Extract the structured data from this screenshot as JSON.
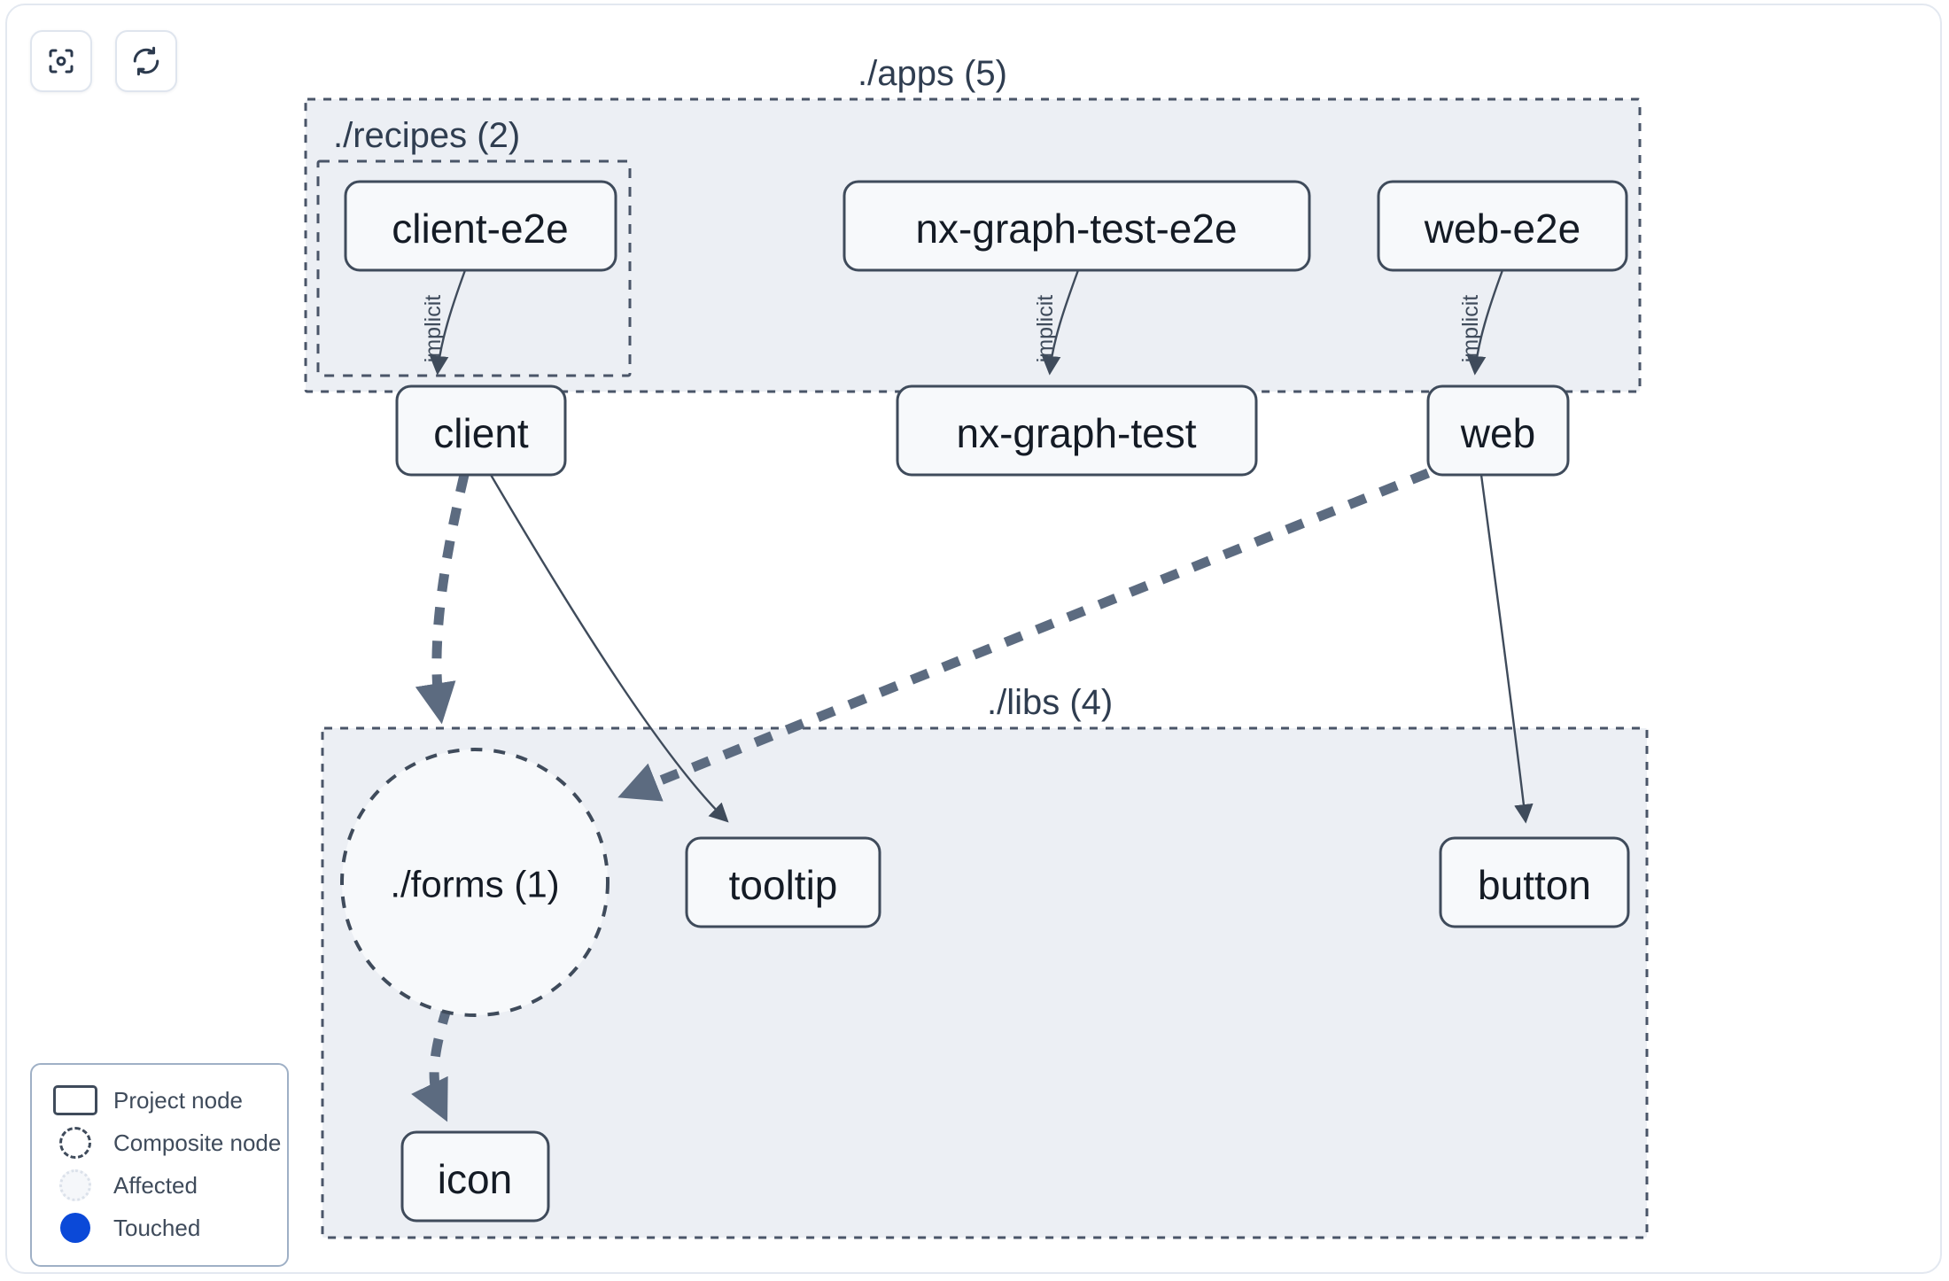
{
  "toolbar": {
    "buttons": [
      {
        "name": "focus-graph-button",
        "icon": "focus-icon",
        "label": "Focus graph"
      },
      {
        "name": "refresh-graph-button",
        "icon": "refresh-icon",
        "label": "Refresh graph"
      }
    ]
  },
  "graph": {
    "containers": [
      {
        "id": "apps",
        "label": "./apps (5)"
      },
      {
        "id": "recipes",
        "label": "./recipes (2)"
      },
      {
        "id": "libs",
        "label": "./libs (4)"
      }
    ],
    "nodes": [
      {
        "id": "client-e2e",
        "label": "client-e2e",
        "type": "project"
      },
      {
        "id": "client",
        "label": "client",
        "type": "project"
      },
      {
        "id": "nx-graph-test-e2e",
        "label": "nx-graph-test-e2e",
        "type": "project"
      },
      {
        "id": "nx-graph-test",
        "label": "nx-graph-test",
        "type": "project"
      },
      {
        "id": "web-e2e",
        "label": "web-e2e",
        "type": "project"
      },
      {
        "id": "web",
        "label": "web",
        "type": "project"
      },
      {
        "id": "forms",
        "label": "./forms (1)",
        "type": "composite"
      },
      {
        "id": "tooltip",
        "label": "tooltip",
        "type": "project"
      },
      {
        "id": "button",
        "label": "button",
        "type": "project"
      },
      {
        "id": "icon",
        "label": "icon",
        "type": "project"
      }
    ],
    "edges": [
      {
        "from": "client-e2e",
        "to": "client",
        "label": "implicit",
        "style": "thin"
      },
      {
        "from": "nx-graph-test-e2e",
        "to": "nx-graph-test",
        "label": "implicit",
        "style": "thin"
      },
      {
        "from": "web-e2e",
        "to": "web",
        "label": "implicit",
        "style": "thin"
      },
      {
        "from": "client",
        "to": "forms",
        "label": "",
        "style": "dashed"
      },
      {
        "from": "client",
        "to": "tooltip",
        "label": "",
        "style": "thin"
      },
      {
        "from": "web",
        "to": "forms",
        "label": "",
        "style": "dashed"
      },
      {
        "from": "web",
        "to": "button",
        "label": "",
        "style": "thin"
      },
      {
        "from": "forms",
        "to": "icon",
        "label": "",
        "style": "dashed"
      }
    ]
  },
  "legend": {
    "items": [
      {
        "swatch": "project-node-swatch",
        "label": "Project node"
      },
      {
        "swatch": "composite-node-swatch",
        "label": "Composite node"
      },
      {
        "swatch": "affected-swatch",
        "label": "Affected"
      },
      {
        "swatch": "touched-swatch",
        "label": "Touched"
      }
    ]
  },
  "colors": {
    "canvas_background": "#ffffff",
    "container_fill": "#eceff4",
    "container_stroke": "#4a5568",
    "node_fill": "#f7f9fb",
    "node_stroke": "#3f4b5b",
    "node_text": "#141b25",
    "edge_dashed": "#5c6b80",
    "touched": "#0b49d8"
  }
}
